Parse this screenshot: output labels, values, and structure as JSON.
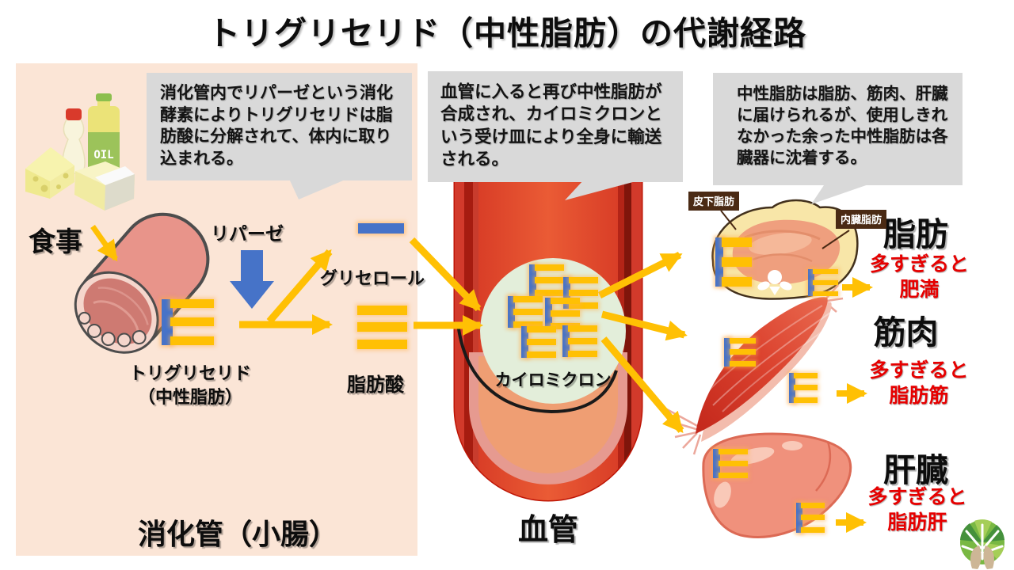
{
  "title": "トリグリセリド（中性脂肪）の代謝経路",
  "callouts": {
    "digestion": "消化管内でリパーゼという消化酵素によりトリグリセリドは脂肪酸に分解されて、体内に取り込まれる。",
    "vessel": "血管に入ると再び中性脂肪が合成され、カイロミクロンという受け皿により全身に輸送される。",
    "organs": "中性脂肪は脂肪、筋肉、肝臓に届けられるが、使用しきれなかった余った中性脂肪は各臓器に沈着する。"
  },
  "digestive_tract": {
    "meal": "食事",
    "lipase": "リパーゼ",
    "triglyceride_line1": "トリグリセリド",
    "triglyceride_line2": "（中性脂肪）",
    "glycerol": "グリセロール",
    "fatty_acid": "脂肪酸",
    "section": "消化管（小腸）",
    "oil_bottle": "OIL"
  },
  "blood_vessel": {
    "chylomicron": "カイロミクロン",
    "section": "血管"
  },
  "organs": {
    "fat": {
      "name": "脂肪",
      "excess": "多すぎると",
      "result": "肥満",
      "subcutaneous": "皮下脂肪",
      "visceral": "内臓脂肪"
    },
    "muscle": {
      "name": "筋肉",
      "excess": "多すぎると",
      "result": "脂肪筋"
    },
    "liver": {
      "name": "肝臓",
      "excess": "多すぎると",
      "result": "脂肪肝"
    }
  },
  "legend_icons": {
    "triglyceride_icon": "blue vertical bar with three orange horizontal bars",
    "glycerol_icon": "single blue bar",
    "fatty_acid_icon": "three orange bars",
    "lipase_arrow_icon": "blue block arrow pointing down",
    "flow_arrow_icon": "orange arrow",
    "tree_logo_icon": "green tree logo with tan roots"
  },
  "colors": {
    "accent_orange": "#FFC004",
    "accent_blue": "#4673C8",
    "panel_peach": "#FBE5D6",
    "callout_gray": "#D9D9D9",
    "excess_red": "#E60000",
    "vessel_red": "#DC452C",
    "chylomicron_green": "#E3EEDA",
    "badge_brown": "#4A2A14"
  }
}
